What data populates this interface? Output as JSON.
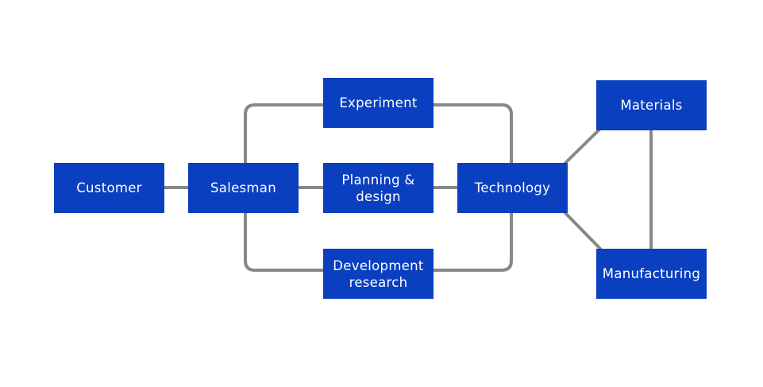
{
  "diagram": {
    "node_color": "#0a3fbf",
    "connector_color": "#888888",
    "nodes": {
      "customer": "Customer",
      "salesman": "Salesman",
      "experiment": "Experiment",
      "planning": "Planning &\ndesign",
      "development": "Development\nresearch",
      "technology": "Technology",
      "materials": "Materials",
      "manufacturing": "Manufacturing"
    },
    "edges": [
      {
        "from": "Customer",
        "to": "Salesman"
      },
      {
        "from": "Salesman",
        "to": "Experiment"
      },
      {
        "from": "Salesman",
        "to": "Planning & design"
      },
      {
        "from": "Salesman",
        "to": "Development research"
      },
      {
        "from": "Experiment",
        "to": "Technology"
      },
      {
        "from": "Planning & design",
        "to": "Technology"
      },
      {
        "from": "Development research",
        "to": "Technology"
      },
      {
        "from": "Technology",
        "to": "Materials"
      },
      {
        "from": "Technology",
        "to": "Manufacturing"
      },
      {
        "from": "Materials",
        "to": "Manufacturing"
      }
    ]
  }
}
